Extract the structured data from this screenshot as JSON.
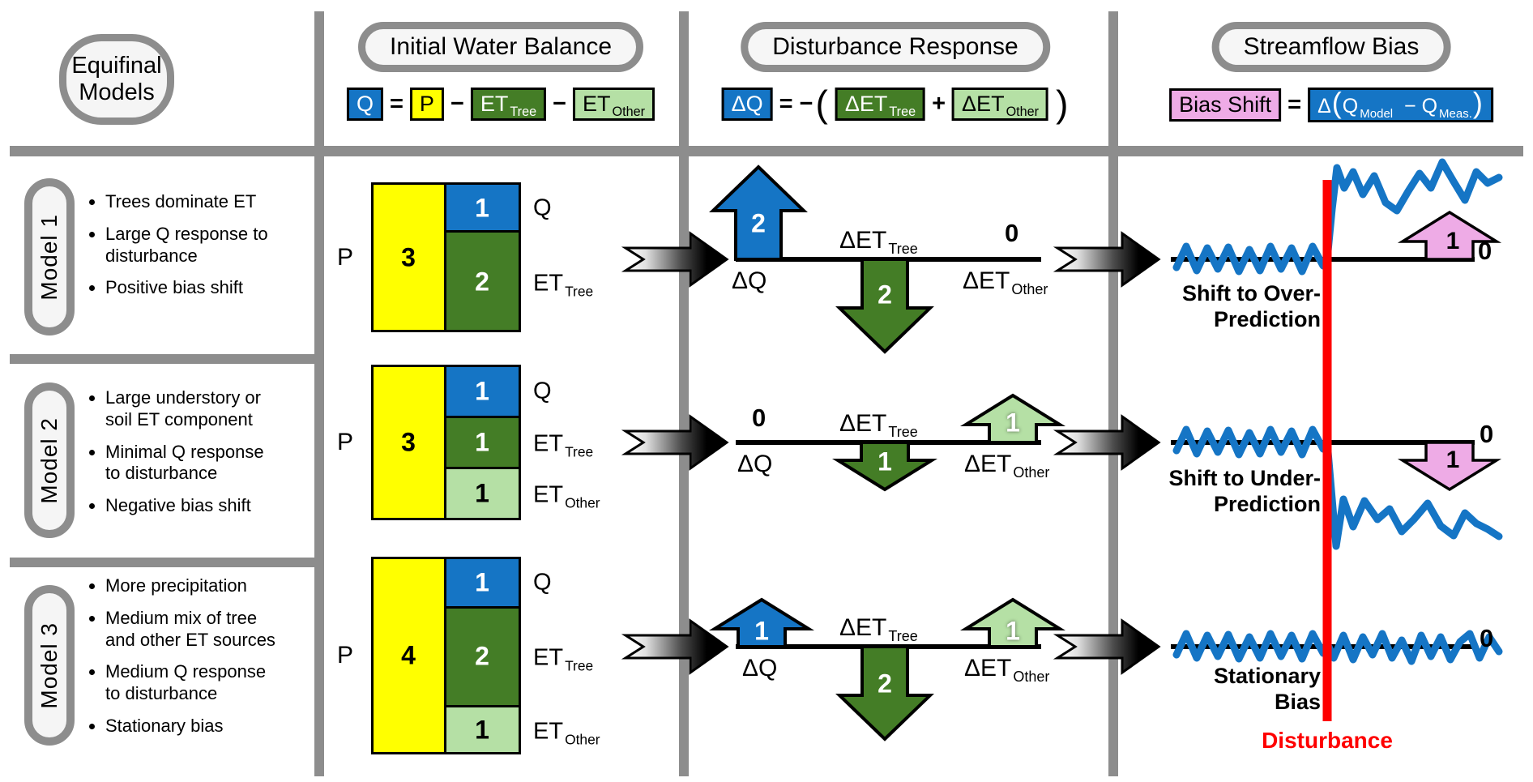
{
  "colors": {
    "blue": "#1575c5",
    "dkgreen": "#447d26",
    "ltgreen": "#b5e0a5",
    "yellow": "#ffff00",
    "pink": "#eeabe6",
    "gray": "#8d8d8d",
    "red": "#fe0000"
  },
  "header": {
    "col1_line1": "Equifinal",
    "col1_line2": "Models",
    "col2_title": "Initial Water Balance",
    "col3_title": "Disturbance Response",
    "col4_title": "Streamflow Bias"
  },
  "eq_water": {
    "q": "Q",
    "eq": "=",
    "p": "P",
    "minus1": "−",
    "et1": "ET",
    "sub1": "Tree",
    "minus2": "−",
    "et2": "ET",
    "sub2": "Other"
  },
  "eq_dist": {
    "dq": "ΔQ",
    "eq": "=",
    "minus": "−",
    "open": "(",
    "det1": "ΔET",
    "sub1": "Tree",
    "plus": "+",
    "det2": "ΔET",
    "sub2": "Other",
    "close": ")"
  },
  "eq_bias": {
    "lhs": "Bias Shift",
    "eq": "=",
    "delta": "Δ",
    "open": "(",
    "q1": "Q",
    "sub1": "Model",
    "minus": "−",
    "q2": "Q",
    "sub2": "Meas.",
    "close": ")"
  },
  "models": [
    {
      "name": "Model 1",
      "bullets": [
        "Trees dominate ET",
        "Large Q response to\ndisturbance",
        "Positive bias shift"
      ],
      "balance": {
        "p_lbl": "P",
        "p_val": "3",
        "q_val": "1",
        "q_lbl": "Q",
        "tree_val": "2",
        "tree_lbl": "ET",
        "tree_sub": "Tree"
      },
      "resp": {
        "dq_lbl": "ΔQ",
        "dq_val": "2",
        "tree_lbl": "ΔET",
        "tree_sub": "Tree",
        "tree_val": "2",
        "other_lbl": "ΔET",
        "other_sub": "Other",
        "other_val": "0"
      },
      "bias": {
        "cap1": "Shift to Over-",
        "cap2": "Prediction",
        "arrow_val": "1",
        "zero": "0"
      }
    },
    {
      "name": "Model 2",
      "bullets": [
        "Large understory or\nsoil ET component",
        "Minimal Q response\nto disturbance",
        "Negative bias shift"
      ],
      "balance": {
        "p_lbl": "P",
        "p_val": "3",
        "q_val": "1",
        "q_lbl": "Q",
        "tree_val": "1",
        "tree_lbl": "ET",
        "tree_sub": "Tree",
        "other_val": "1",
        "other_lbl": "ET",
        "other_sub": "Other"
      },
      "resp": {
        "dq_lbl": "ΔQ",
        "dq_val": "0",
        "tree_lbl": "ΔET",
        "tree_sub": "Tree",
        "tree_val": "1",
        "other_lbl": "ΔET",
        "other_sub": "Other",
        "other_val": "1"
      },
      "bias": {
        "cap1": "Shift to Under-",
        "cap2": "Prediction",
        "arrow_val": "1",
        "zero": "0"
      }
    },
    {
      "name": "Model 3",
      "bullets": [
        "More precipitation",
        "Medium mix of tree\nand other ET sources",
        "Medium Q response\nto disturbance",
        "Stationary bias"
      ],
      "balance": {
        "p_lbl": "P",
        "p_val": "4",
        "q_val": "1",
        "q_lbl": "Q",
        "tree_val": "2",
        "tree_lbl": "ET",
        "tree_sub": "Tree",
        "other_val": "1",
        "other_lbl": "ET",
        "other_sub": "Other"
      },
      "resp": {
        "dq_lbl": "ΔQ",
        "dq_val": "1",
        "tree_lbl": "ΔET",
        "tree_sub": "Tree",
        "tree_val": "2",
        "other_lbl": "ΔET",
        "other_sub": "Other",
        "other_val": "1"
      },
      "bias": {
        "cap1": "Stationary",
        "cap2": "Bias",
        "zero": "0"
      }
    }
  ],
  "footer": {
    "disturbance": "Disturbance"
  }
}
